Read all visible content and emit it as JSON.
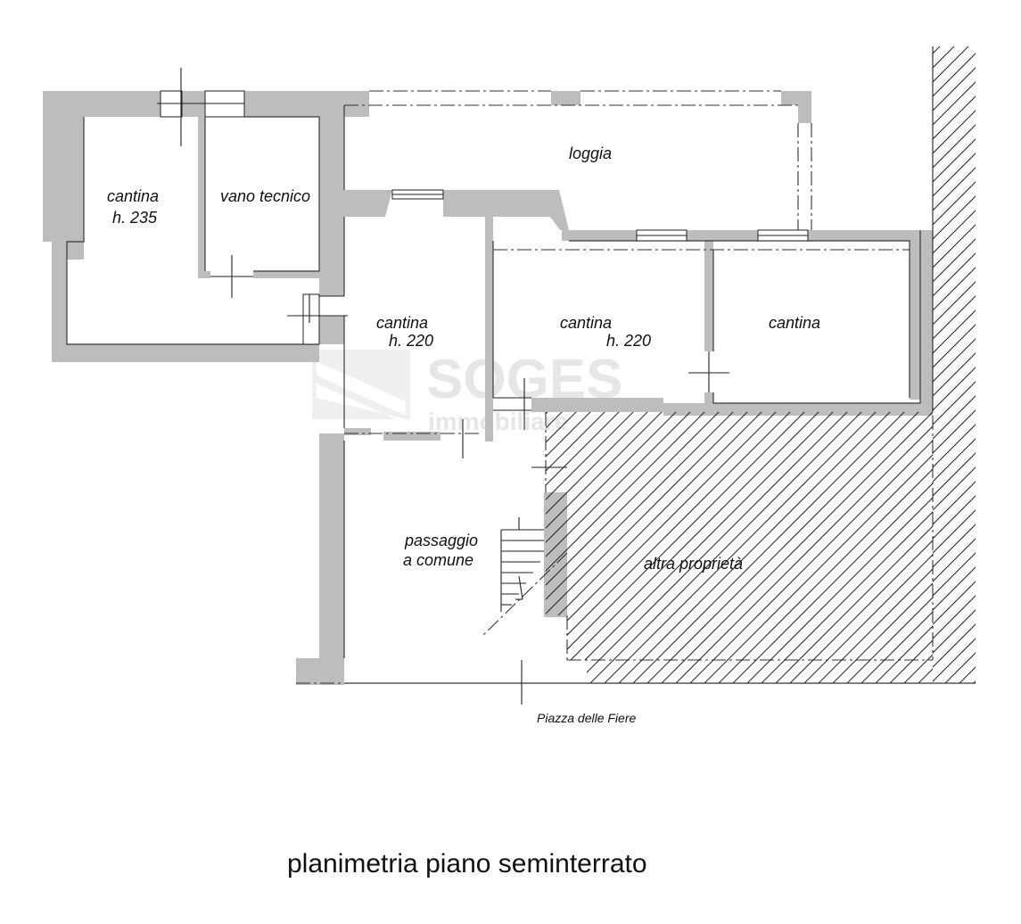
{
  "title": "planimetria piano seminterrato",
  "street": "Piazza delle Fiere",
  "watermark": {
    "brand": "SOGES",
    "sub": "immobiliare"
  },
  "rooms": {
    "cantina_left": {
      "name": "cantina",
      "height": "h. 235"
    },
    "vano_tecnico": {
      "name": "vano tecnico"
    },
    "loggia": {
      "name": "loggia"
    },
    "cantina_center": {
      "name": "cantina",
      "height": "h. 220"
    },
    "cantina_mid": {
      "name": "cantina",
      "height": "h. 220"
    },
    "cantina_right": {
      "name": "cantina"
    },
    "passaggio": {
      "line1": "passaggio",
      "line2": "a comune"
    },
    "altra": {
      "name": "altra proprietà"
    }
  },
  "colors": {
    "wall_fill": "#bdbdbd",
    "line": "#222222",
    "background": "#ffffff"
  }
}
